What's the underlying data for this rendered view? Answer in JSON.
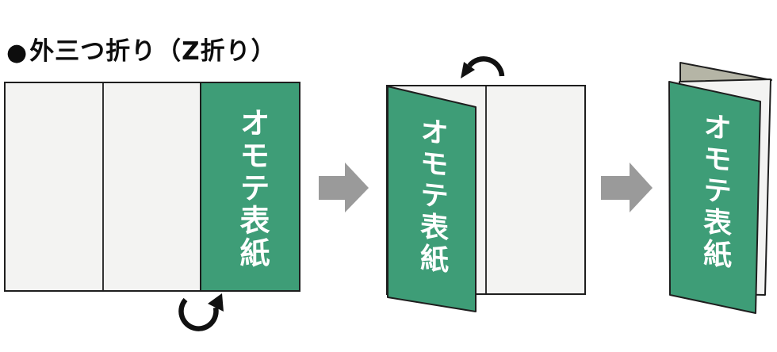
{
  "title": {
    "bullet": "●",
    "text": "外三つ折り（Z折り）"
  },
  "colors": {
    "cover_green": "#3E9D77",
    "paper": "#F3F3F2",
    "paper_back": "#B5B5A6",
    "outline": "#1E1E1E",
    "transition_arrow": "#9A9A9A",
    "fold_arrow": "#111111",
    "label_text": "#FFFFFF"
  },
  "icons": {
    "transition": "right-arrow-icon",
    "fold_step1": "curl-up-fold-arrow-icon",
    "fold_step2": "curl-over-fold-arrow-icon"
  },
  "steps": [
    {
      "id": "unfolded-sheet",
      "cover_label": "オモテ表紙"
    },
    {
      "id": "first-fold",
      "cover_label": "オモテ表紙"
    },
    {
      "id": "finished-z-fold",
      "cover_label": "オモテ表紙"
    }
  ]
}
